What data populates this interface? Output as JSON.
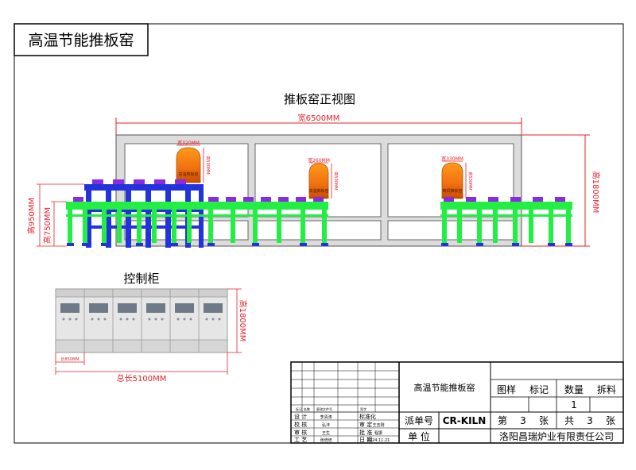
{
  "title_box": {
    "title": "高温节能推板窑"
  },
  "front_view": {
    "title": "推板窑正视图",
    "width_dim": "宽6500MM",
    "height_dim": "高1800MM",
    "table_h1": "高950MM",
    "table_h2": "高750MM",
    "chambers": [
      {
        "width_label": "宽320MM",
        "height_label": "高500MM",
        "name": "高温推板窑"
      },
      {
        "width_label": "宽260MM",
        "height_label": "高500MM",
        "name": "高温推板窑"
      },
      {
        "width_label": "宽330MM",
        "height_label": "高500MM",
        "name": "铸铜推板窑"
      }
    ]
  },
  "control_cabinet": {
    "title": "控制柜",
    "height_dim": "高1800MM",
    "unit_width": "长850MM",
    "total_length": "总长5100MM"
  },
  "title_block": {
    "drawing_name": "高温节能推板窑",
    "row_labels": [
      "标记",
      "处数",
      "更改文件号",
      "签字"
    ],
    "sign_rows": [
      {
        "role": "设 计",
        "name": "李清涛",
        "role2": "标准化",
        "name2": ""
      },
      {
        "role": "校 核",
        "name": "弘沣",
        "role2": "审 定",
        "name2": "王志刚"
      },
      {
        "role": "审 核",
        "name": "王生",
        "role2": "批 准",
        "name2": "程振"
      },
      {
        "role": "工 艺",
        "name": "张培培",
        "role2": "日 期",
        "name2": "2024.11.21"
      }
    ],
    "headers": [
      "图样",
      "标记",
      "数量",
      "拆料"
    ],
    "quantity": "1",
    "dispatch_label": "派单号",
    "dispatch_no": "CR-KILN",
    "sheet_di": "第",
    "sheet_no": "3",
    "sheet_zhang": "张",
    "total_gong": "共",
    "total_no": "3",
    "total_zhang": "张",
    "unit_label": "单 位",
    "company": "洛阳昌瑞炉业有限责任公司"
  },
  "colors": {
    "frame": "#000000",
    "red": "#e8202a",
    "green": "#22ee44",
    "blue": "#2233dd",
    "purple": "#8a2be2",
    "kiln_wall": "#dcdcdc",
    "kiln_stroke": "#555555",
    "chamber_orange": "#f07010",
    "cabinet": "#e6e6e6"
  }
}
